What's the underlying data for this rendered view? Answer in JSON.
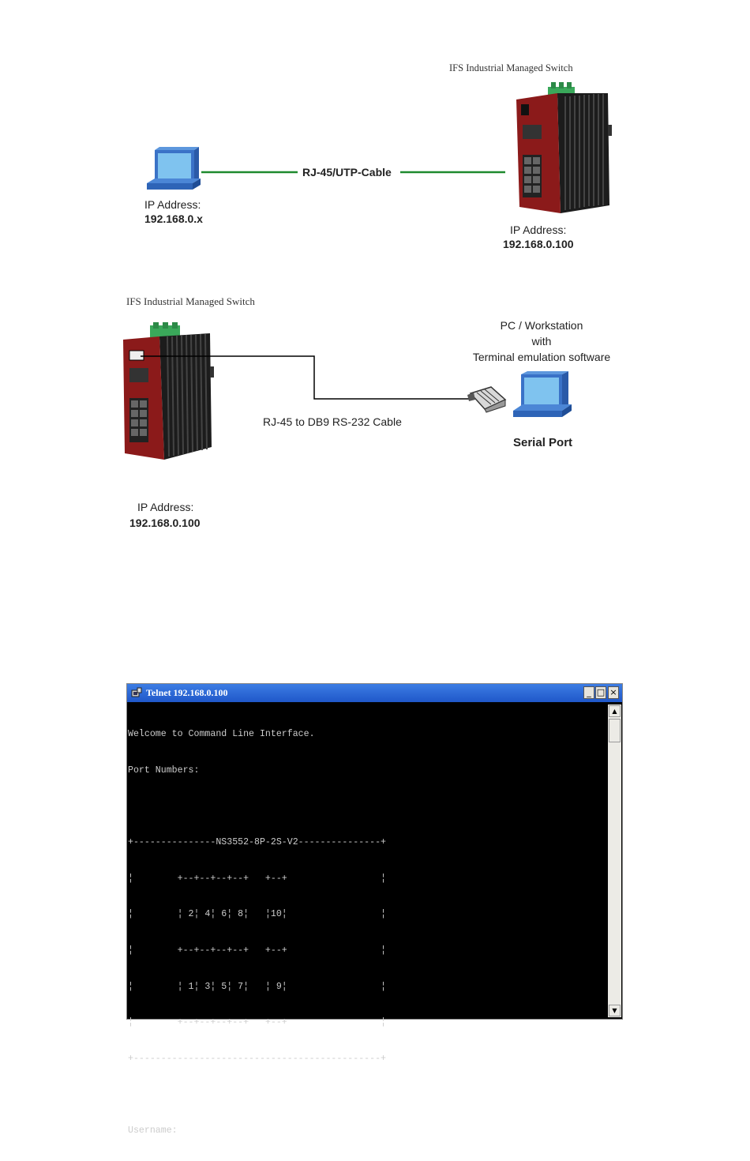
{
  "diagram1": {
    "switch_title": "IFS Industrial Managed Switch",
    "cable_label": "RJ-45/UTP-Cable",
    "pc_ip_label": "IP Address:",
    "pc_ip_value": "192.168.0.x",
    "switch_ip_label": "IP Address:",
    "switch_ip_value": "192.168.0.100"
  },
  "diagram2": {
    "switch_title": "IFS Industrial Managed Switch",
    "pc_line1": "PC / Workstation",
    "pc_line2": "with",
    "pc_line3": "Terminal emulation software",
    "cable_label": "RJ-45 to DB9 RS-232 Cable",
    "serial_port_label": "Serial Port",
    "switch_ip_label": "IP Address:",
    "switch_ip_value": "192.168.0.100"
  },
  "telnet": {
    "window_title": "Telnet 192.168.0.100",
    "minimize_label": "_",
    "maximize_label": "□",
    "close_label": "×",
    "console_lines": [
      "Welcome to Command Line Interface.",
      "Port Numbers:",
      "",
      "+---------------NS3552-8P-2S-V2---------------+",
      "¦        +--+--+--+--+   +--+                 ¦",
      "¦        ¦ 2¦ 4¦ 6¦ 8¦   ¦10¦                 ¦",
      "¦        +--+--+--+--+   +--+                 ¦",
      "¦        ¦ 1¦ 3¦ 5¦ 7¦   ¦ 9¦                 ¦",
      "¦        +--+--+--+--+   +--+                 ¦",
      "+---------------------------------------------+",
      "",
      "Username:"
    ]
  },
  "colors": {
    "network_cable": "#1e8a2e",
    "switch_body": "#8b1a1a",
    "titlebar": "#2a63d4"
  },
  "icons": [
    "computer-icon",
    "switch-icon",
    "rj45-connector-icon",
    "telnet-app-icon"
  ]
}
